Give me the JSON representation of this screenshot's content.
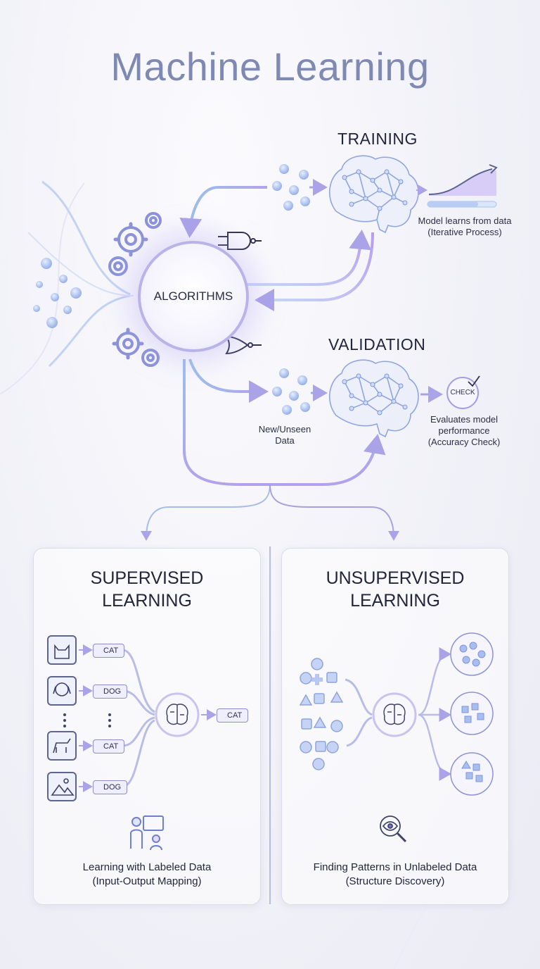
{
  "title": "Machine Learning",
  "algorithms": {
    "label": "ALGORITHMS"
  },
  "training": {
    "heading": "TRAINING",
    "caption_line1": "Model learns from data",
    "caption_line2": "(Iterative Process)"
  },
  "validation": {
    "heading": "VALIDATION",
    "data_line1": "New/Unseen",
    "data_line2": "Data",
    "check_label": "CHECK",
    "caption_line1": "Evaluates model",
    "caption_line2": "performance",
    "caption_line3": "(Accuracy Check)"
  },
  "supervised": {
    "title": "SUPERVISED\nLEARNING",
    "tags": [
      "CAT",
      "DOG",
      "CAT",
      "DOG"
    ],
    "output_tag": "CAT",
    "caption": "Learning with Labeled Data\n(Input-Output Mapping)"
  },
  "unsupervised": {
    "title": "UNSUPERVISED\nLEARNING",
    "caption": "Finding Patterns in Unlabeled Data\n(Structure Discovery)"
  },
  "colors": {
    "accent_blue": "#8fb6e8",
    "accent_purple": "#a99be8",
    "title": "#7f8ab4",
    "text": "#22263c"
  }
}
